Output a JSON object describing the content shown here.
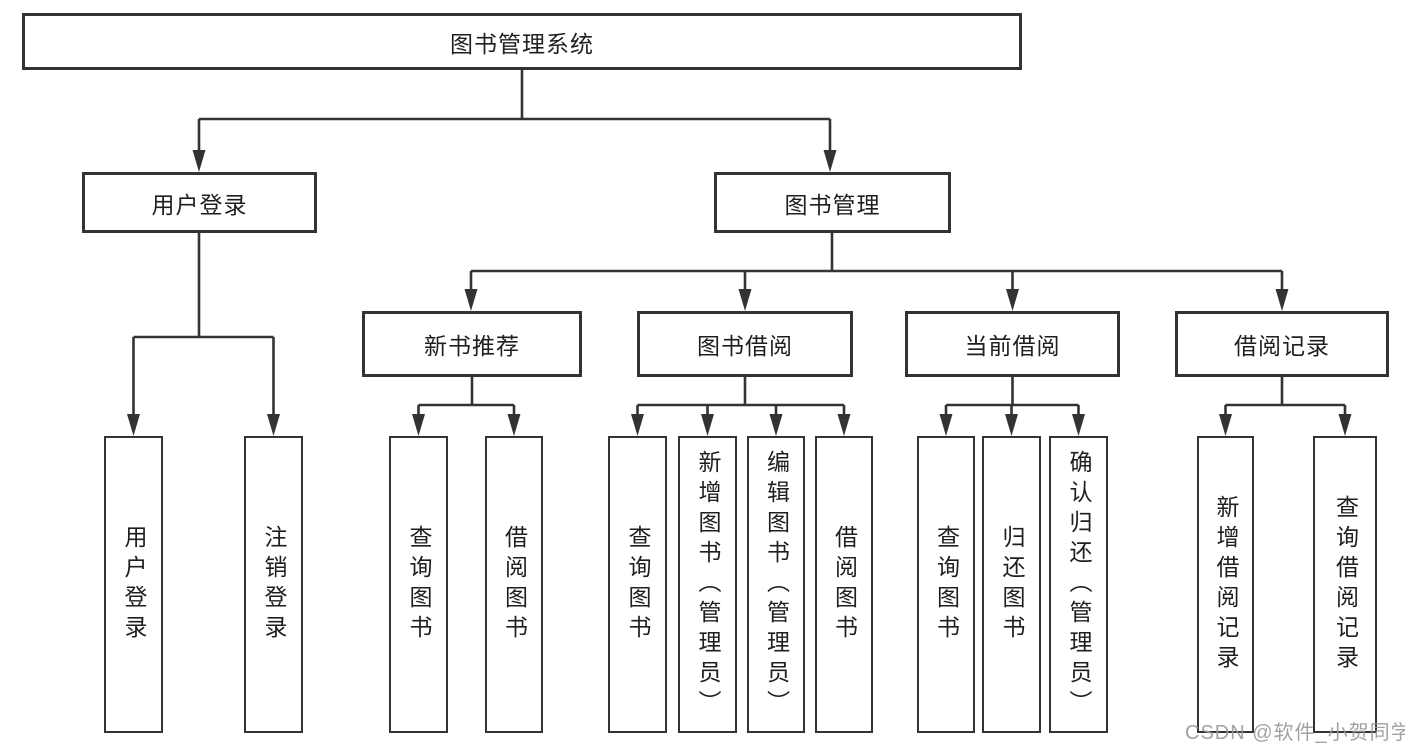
{
  "diagram": {
    "root": {
      "label": "图书管理系统"
    },
    "branches": [
      {
        "label": "用户登录",
        "children": [
          {
            "label": "用户登录"
          },
          {
            "label": "注销登录"
          }
        ]
      },
      {
        "label": "图书管理",
        "children": [
          {
            "label": "新书推荐",
            "children": [
              {
                "label": "查询图书"
              },
              {
                "label": "借阅图书"
              }
            ]
          },
          {
            "label": "图书借阅",
            "children": [
              {
                "label": "查询图书"
              },
              {
                "label": "新增图书（管理员）"
              },
              {
                "label": "编辑图书（管理员）"
              },
              {
                "label": "借阅图书"
              }
            ]
          },
          {
            "label": "当前借阅",
            "children": [
              {
                "label": "查询图书"
              },
              {
                "label": "归还图书"
              },
              {
                "label": "确认归还（管理员）"
              }
            ]
          },
          {
            "label": "借阅记录",
            "children": [
              {
                "label": "新增借阅记录"
              },
              {
                "label": "查询借阅记录"
              }
            ]
          }
        ]
      }
    ]
  },
  "watermark": {
    "text": "CSDN @软件_小贺同学"
  },
  "colors": {
    "line": "#333333",
    "box_border": "#333333",
    "text": "#1f1f1f",
    "watermark": "#999999",
    "background": "#ffffff"
  }
}
